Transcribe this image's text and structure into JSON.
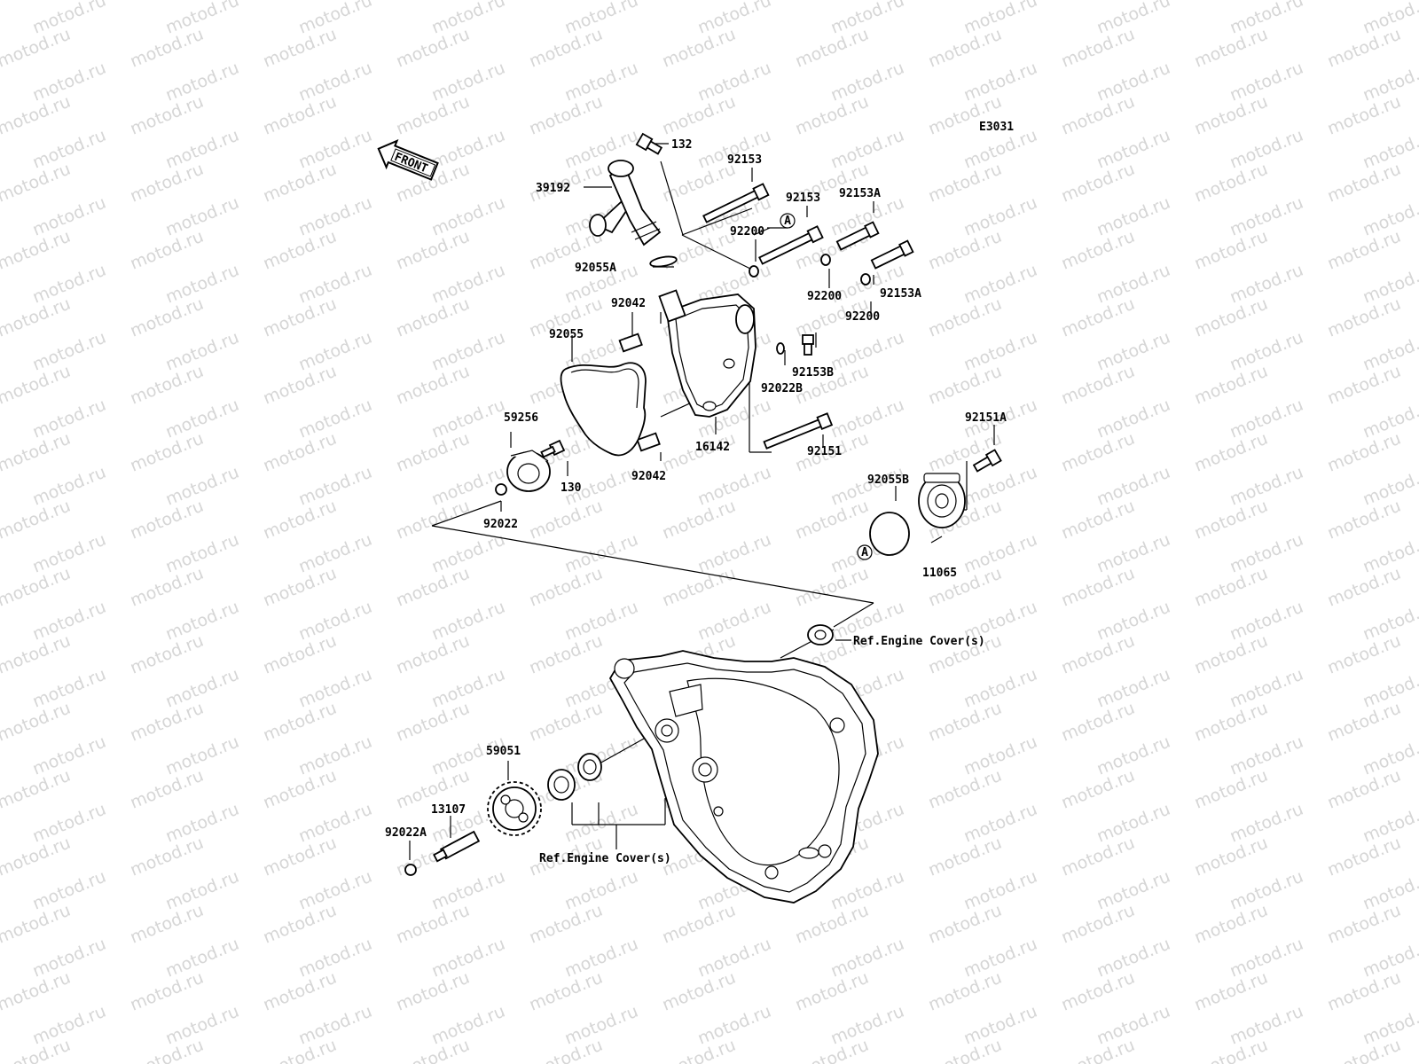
{
  "watermark": "motod.ru",
  "diagram_code": "E3031",
  "front_marker": "FRONT",
  "ref_marker": "A",
  "parts": [
    {
      "id": "p132",
      "label": "132"
    },
    {
      "id": "p39192",
      "label": "39192"
    },
    {
      "id": "p92153",
      "label": "92153"
    },
    {
      "id": "p92153b",
      "label": "92153"
    },
    {
      "id": "p92153A",
      "label": "92153A"
    },
    {
      "id": "p92153A2",
      "label": "92153A"
    },
    {
      "id": "p92200a",
      "label": "92200"
    },
    {
      "id": "p92200b",
      "label": "92200"
    },
    {
      "id": "p92200c",
      "label": "92200"
    },
    {
      "id": "p92055A",
      "label": "92055A"
    },
    {
      "id": "p92042a",
      "label": "92042"
    },
    {
      "id": "p92042b",
      "label": "92042"
    },
    {
      "id": "p92055",
      "label": "92055"
    },
    {
      "id": "p92153B",
      "label": "92153B"
    },
    {
      "id": "p92022B",
      "label": "92022B"
    },
    {
      "id": "p59256",
      "label": "59256"
    },
    {
      "id": "p16142",
      "label": "16142"
    },
    {
      "id": "p92151",
      "label": "92151"
    },
    {
      "id": "p92151A",
      "label": "92151A"
    },
    {
      "id": "p130",
      "label": "130"
    },
    {
      "id": "p92055B",
      "label": "92055B"
    },
    {
      "id": "p92022",
      "label": "92022"
    },
    {
      "id": "p11065",
      "label": "11065"
    },
    {
      "id": "p59051",
      "label": "59051"
    },
    {
      "id": "p13107",
      "label": "13107"
    },
    {
      "id": "p92022A",
      "label": "92022A"
    }
  ],
  "references": {
    "engine_cover_upper": "Ref.Engine Cover(s)",
    "engine_cover_lower": "Ref.Engine Cover(s)"
  }
}
